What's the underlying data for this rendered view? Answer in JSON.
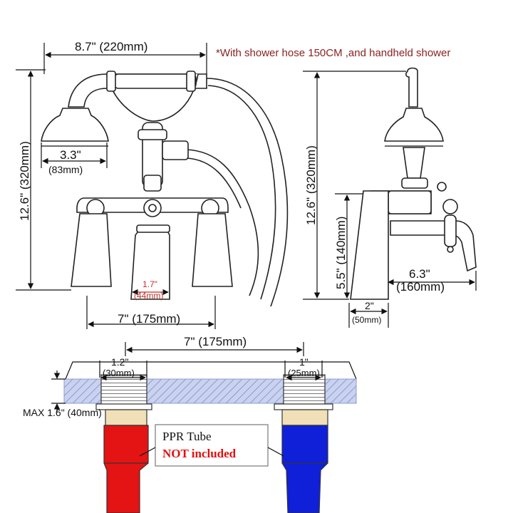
{
  "note": "*With shower hose 150CM ,and handheld shower",
  "front_view": {
    "width_dim": "8.7\" (220mm)",
    "height_dim": "12.6\" (320mm)",
    "head_dim_in": "3.3\"",
    "head_dim_mm": "(83mm)",
    "spout_dim_in": "1.7\"",
    "spout_dim_mm": "(44mm)",
    "base_dim": "7\" (175mm)"
  },
  "side_view": {
    "height_dim": "12.6\" (320mm)",
    "lower_height_dim": "5.5\" (140mm)",
    "reach_dim_in": "6.3\"",
    "reach_dim_mm": "(160mm)",
    "base_dim_in": "2\"",
    "base_dim_mm": "(50mm)"
  },
  "install": {
    "center_dim": "7\" (175mm)",
    "left_hole_in": "1.2\"",
    "left_hole_mm": "(30mm)",
    "right_hole_in": "1\"",
    "right_hole_mm": "(25mm)",
    "max_thickness": "MAX 1.6\" (40mm)",
    "tube_label": "PPR Tube",
    "tube_note": "NOT included"
  }
}
